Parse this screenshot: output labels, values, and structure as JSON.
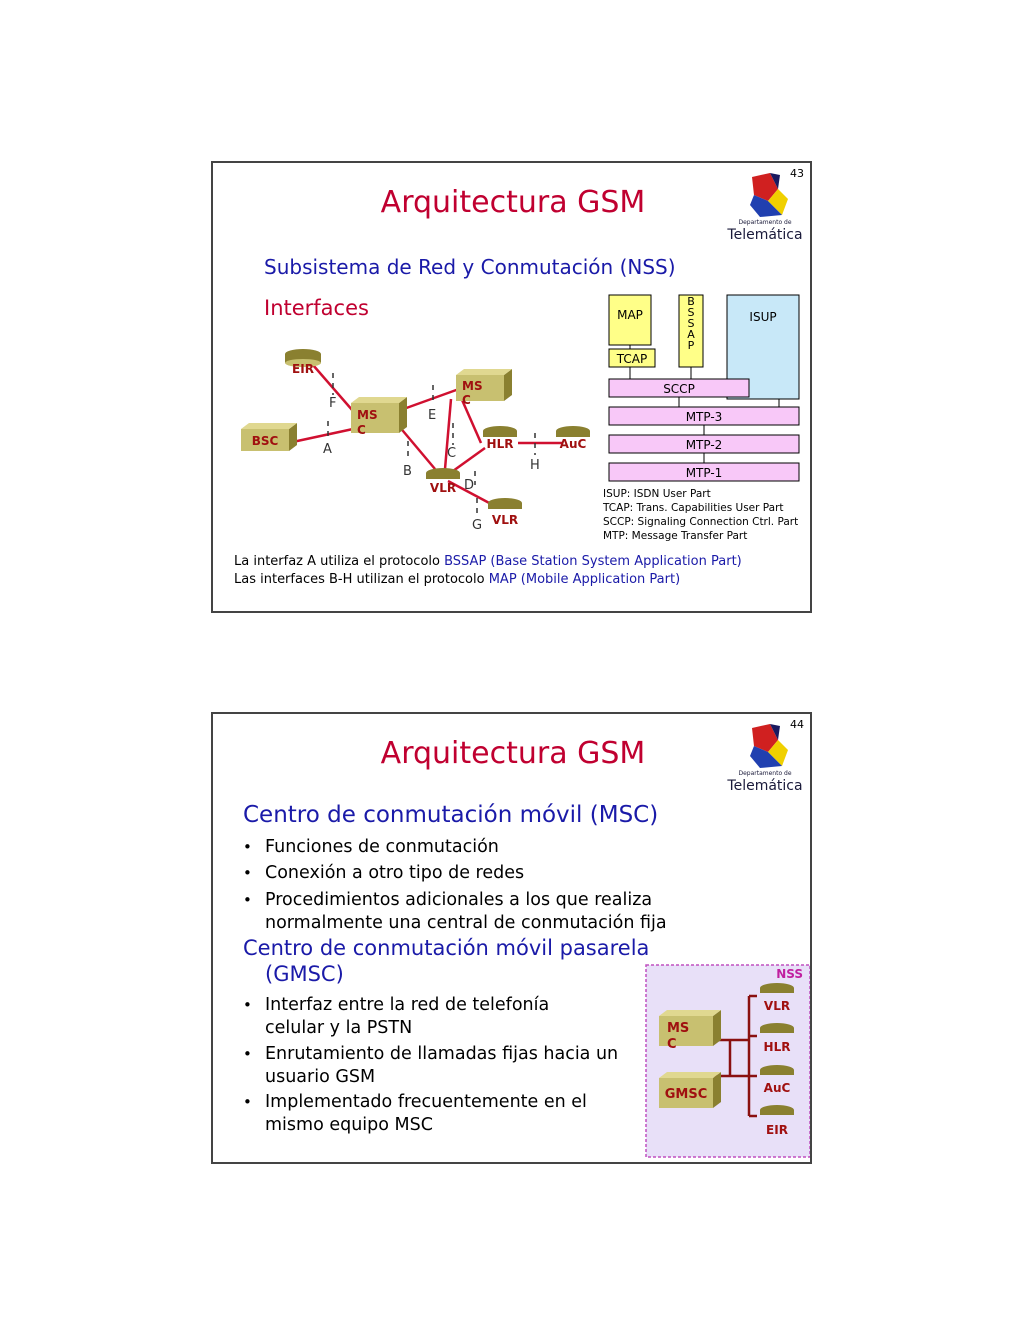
{
  "slide1": {
    "page_number": "43",
    "title": "Arquitectura GSM",
    "logo": {
      "small": "Departamento de",
      "name": "Telemática"
    },
    "subtitle": "Subsistema de Red y Conmutación (NSS)",
    "section": "Interfaces",
    "diagram": {
      "nodes": {
        "eir": "EIR",
        "bsc": "BSC",
        "msc1": "MS\nC",
        "msc2": "MS\nC",
        "hlr": "HLR",
        "auc": "AuC",
        "vlr1": "VLR",
        "vlr2": "VLR"
      },
      "interfaces": {
        "f": "F",
        "a": "A",
        "e": "E",
        "c": "C",
        "b": "B",
        "d": "D",
        "h": "H",
        "g": "G"
      }
    },
    "stack": {
      "map": "MAP",
      "bssap": "B\nS\nS\nA\nP",
      "isup": "ISUP",
      "tcap": "TCAP",
      "sccp": "SCCP",
      "mtp3": "MTP-3",
      "mtp2": "MTP-2",
      "mtp1": "MTP-1"
    },
    "legend": [
      "ISUP: ISDN User Part",
      "TCAP: Trans. Capabilities User Part",
      "SCCP: Signaling Connection Ctrl. Part",
      "MTP: Message Transfer Part"
    ],
    "footer1_prefix": "La interfaz A utiliza el protocolo ",
    "footer1_highlight": "BSSAP (Base Station System Application Part)",
    "footer2_prefix": "Las interfaces B-H utilizan el protocolo ",
    "footer2_highlight": "MAP (Mobile Application Part)"
  },
  "slide2": {
    "page_number": "44",
    "title": "Arquitectura GSM",
    "logo": {
      "small": "Departamento de",
      "name": "Telemática"
    },
    "heading1": "Centro de conmutación móvil (MSC)",
    "bullets1": [
      "Funciones de conmutación",
      "Conexión a otro tipo de redes",
      "Procedimientos adicionales a los que realiza",
      "normalmente una central de conmutación fija"
    ],
    "heading2_line1": "Centro de conmutación móvil pasarela",
    "heading2_line2": "(GMSC)",
    "bullets2": [
      "Interfaz entre la red de telefonía",
      "celular y la PSTN",
      "Enrutamiento de llamadas fijas hacia un",
      "usuario GSM",
      "Implementado frecuentemente en el",
      "mismo equipo MSC"
    ],
    "nss_box": {
      "label": "NSS",
      "msc": "MS\nC",
      "gmsc": "GMSC",
      "vlr": "VLR",
      "hlr": "HLR",
      "auc": "AuC",
      "eir": "EIR"
    }
  },
  "colors": {
    "title_red": "#c00030",
    "blue_text": "#1a1aa8",
    "box_olive": "#c8c070",
    "olive_dark": "#8a8030",
    "stack_pink": "#f8c8f8",
    "isup_blue": "#c8e8f8",
    "stack_yellow": "#ffff88",
    "nss_bg": "#e8e0f8",
    "nss_border": "#c050c0"
  }
}
